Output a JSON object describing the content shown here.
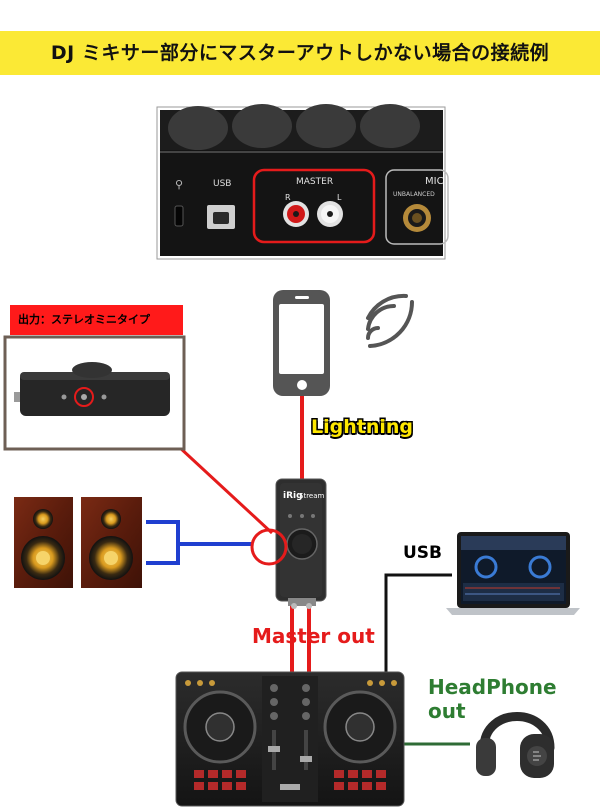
{
  "banner": {
    "title": "DJ ミキサー部分にマスターアウトしかない場合の接続例"
  },
  "controller_panel": {
    "usb_label": "USB",
    "master_label": "MASTER",
    "r_label": "R",
    "l_label": "L",
    "mic_label": "MIC",
    "unbalanced_label": "UNBALANCED"
  },
  "output_box": {
    "tag": "出力：ステレオミニタイプ"
  },
  "interface": {
    "brand": "iRig",
    "model": "Stream"
  },
  "cables": {
    "lightning": "Lightning",
    "usb": "USB",
    "master_out": "Master out",
    "headphone_out": "HeadPhone out"
  },
  "colors": {
    "banner": "#fbe935",
    "red_cable": "#e51b1b",
    "blue_cable": "#1f3fd0",
    "green_cable": "#2e6b35",
    "black_cable": "#111111"
  },
  "icons": [
    "smartphone-icon",
    "wifi-signal-icon",
    "speaker-icon",
    "laptop-icon",
    "headphones-icon",
    "dj-controller-icon"
  ]
}
